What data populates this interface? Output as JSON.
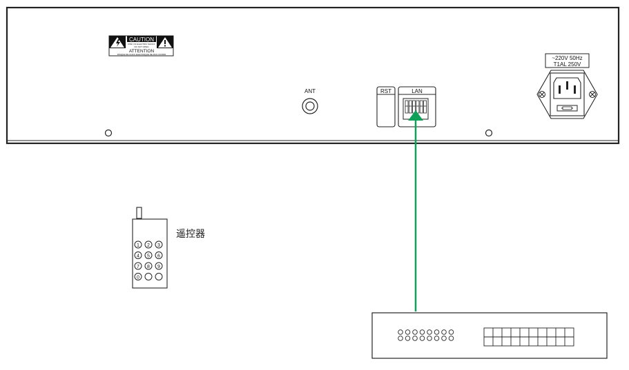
{
  "rear_panel": {
    "caution_label": {
      "title": "CAUTION",
      "line1": "RISK OF ELECTRIC SHOCK",
      "line2": "DO NOT OPEN",
      "attention": "ATTENTION",
      "french": "RISQUE DE CHOC ELECTRIQUE NE PAS OUVRIR"
    },
    "ant_label": "ANT",
    "rst_label": "RST",
    "lan_label": "LAN",
    "power_rating_line1": "~220V 50Hz",
    "power_rating_line2": "T1AL 250V"
  },
  "remote": {
    "label": "遥控器",
    "keys": [
      "1",
      "2",
      "3",
      "4",
      "5",
      "6",
      "7",
      "8",
      "9",
      "0",
      "",
      ""
    ]
  },
  "connection": {
    "color": "#10a05a"
  },
  "colors": {
    "stroke": "#222222",
    "background": "#ffffff"
  }
}
